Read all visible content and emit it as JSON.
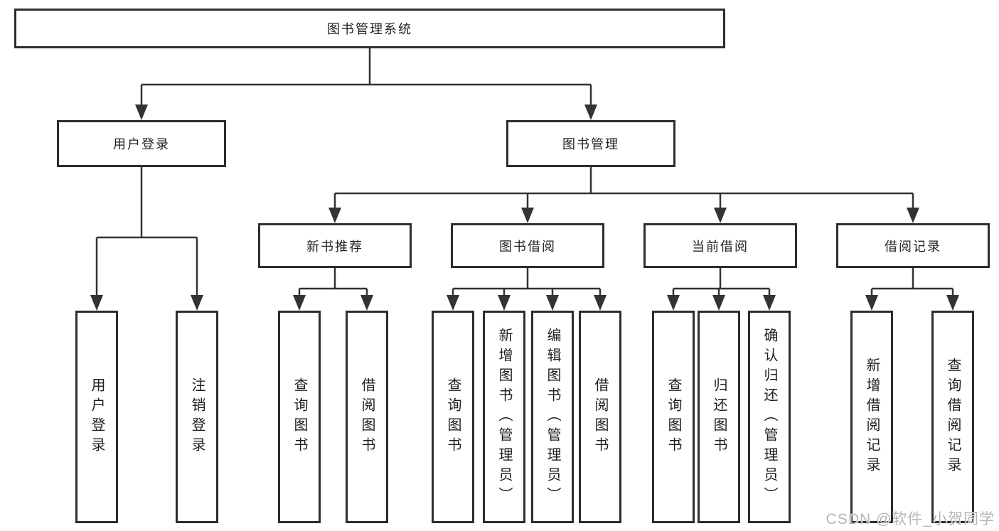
{
  "diagram": {
    "root": {
      "label": "图书管理系统"
    },
    "branches": [
      {
        "label": "用户登录",
        "children": [
          {
            "label": "用户登录"
          },
          {
            "label": "注销登录"
          }
        ]
      },
      {
        "label": "图书管理",
        "children": [
          {
            "label": "新书推荐",
            "children": [
              {
                "label": "查询图书"
              },
              {
                "label": "借阅图书"
              }
            ]
          },
          {
            "label": "图书借阅",
            "children": [
              {
                "label": "查询图书"
              },
              {
                "label": "新增图书（管理员）"
              },
              {
                "label": "编辑图书（管理员）"
              },
              {
                "label": "借阅图书"
              }
            ]
          },
          {
            "label": "当前借阅",
            "children": [
              {
                "label": "查询图书"
              },
              {
                "label": "归还图书"
              },
              {
                "label": "确认归还（管理员）"
              }
            ]
          },
          {
            "label": "借阅记录",
            "children": [
              {
                "label": "新增借阅记录"
              },
              {
                "label": "查询借阅记录"
              }
            ]
          }
        ]
      }
    ],
    "watermark": "CSDN @软件_小贺同学",
    "colors": {
      "line": "#333333",
      "box_border": "#2d2d2d",
      "text": "#1f1f1f",
      "watermark": "#b5b5b5",
      "background": "#ffffff"
    }
  }
}
